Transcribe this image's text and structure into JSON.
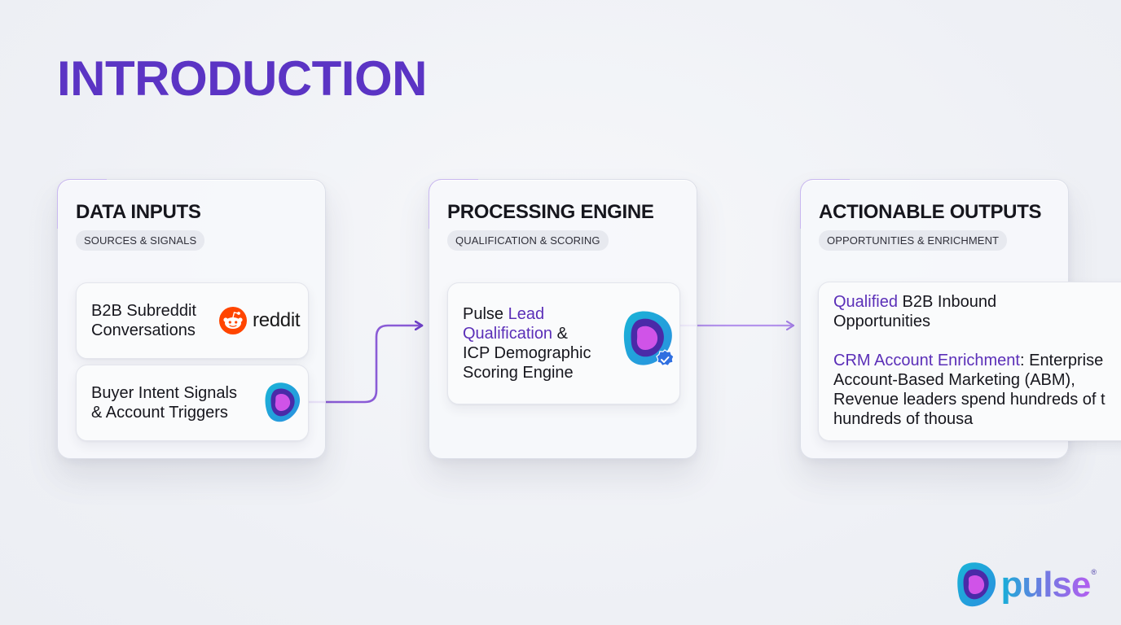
{
  "title": "INTRODUCTION",
  "panels": [
    {
      "title": "DATA INPUTS",
      "chip": "SOURCES & SIGNALS",
      "cards": [
        {
          "line1": "B2B Subreddit",
          "line2": "Conversations",
          "logo_text": "reddit",
          "icon": "reddit-icon"
        },
        {
          "line1": "Buyer Intent Signals",
          "line2": "& Account Triggers",
          "icon": "pulse-blob-icon"
        }
      ]
    },
    {
      "title": "PROCESSING ENGINE",
      "chip": "QUALIFICATION & SCORING",
      "card": {
        "w1": "Pulse",
        "w2": "Lead",
        "w3": "Qualification",
        "w4": "&",
        "line3": "ICP Demographic",
        "line4": "Scoring Engine",
        "icon": "pulse-verified-icon"
      }
    },
    {
      "title": "ACTIONABLE OUTPUTS",
      "chip": "OPPORTUNITIES & ENRICHMENT",
      "card": {
        "a_accent": "Qualified",
        "a_rest": " B2B Inbound",
        "a_line2": "Opportunities",
        "b_accent": "CRM Account Enrichment",
        "b_rest": ": Enterprise",
        "b_line2": "Account-Based Marketing (ABM),",
        "b_line3": "Revenue leaders spend hundreds of t",
        "b_line4": "hundreds of thousa"
      }
    }
  ],
  "brand": {
    "name": "pulse",
    "mark": "®"
  },
  "colors": {
    "accent": "#5b34c4",
    "connector": "#7b4fd0"
  }
}
